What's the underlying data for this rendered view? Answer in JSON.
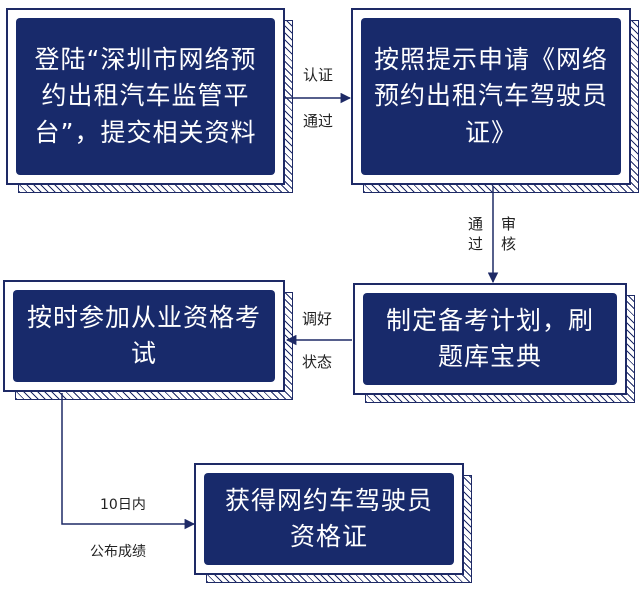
{
  "steps": {
    "s1": "登陆“深圳市网络预约出租汽车监管平台”，提交相关资料",
    "s2": "按照提示申请《网络预约出租汽车驾驶员证》",
    "s3": "制定备考计划，刷题库宝典",
    "s4": "按时参加从业资格考试",
    "s5": "获得网约车驾驶员资格证"
  },
  "edges": {
    "e1_top": "认证",
    "e1_bottom": "通过",
    "e2_left": "通过",
    "e2_right": "审核",
    "e3_top": "调好",
    "e3_bottom": "状态",
    "e4_top": "10日内",
    "e4_bottom": "公布成绩"
  },
  "colors": {
    "box_fill": "#182a6b",
    "border": "#1e2a66",
    "text": "#ffffff"
  }
}
